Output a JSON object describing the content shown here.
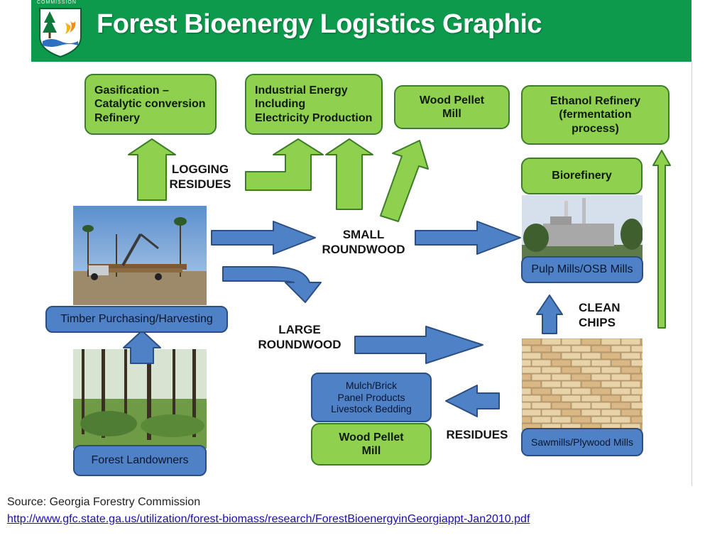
{
  "header": {
    "title": "Forest Bioenergy Logistics Graphic",
    "logo_caption": "COMMISSION"
  },
  "colors": {
    "header_green": "#0d9a4c",
    "box_green": "#8fd14f",
    "box_blue": "#4f81c6"
  },
  "boxes": {
    "gasification": "Gasification –\nCatalytic conversion\nRefinery",
    "industrial_energy": "Industrial Energy\nIncluding\nElectricity Production",
    "wood_pellet_top": "Wood Pellet\nMill",
    "ethanol": "Ethanol Refinery\n(fermentation\nprocess)",
    "biorefinery": "Biorefinery",
    "pulp_mills": "Pulp Mills/OSB Mills",
    "timber": "Timber Purchasing/Harvesting",
    "forest_landowners": "Forest Landowners",
    "mulch": "Mulch/Brick\nPanel Products\nLivestock Bedding",
    "wood_pellet_bottom": "Wood Pellet\nMill",
    "sawmills": "Sawmills/Plywood Mills"
  },
  "labels": {
    "logging_residues": "LOGGING\nRESIDUES",
    "small_roundwood": "SMALL\nROUNDWOOD",
    "large_roundwood": "LARGE\nROUNDWOOD",
    "clean_chips": "CLEAN\nCHIPS",
    "residues": "RESIDUES"
  },
  "photos": {
    "harvesting": "timber-harvesting-photo",
    "forest": "pine-forest-photo",
    "pulp_mill": "pulp-mill-photo",
    "lumber": "lumber-stack-photo"
  },
  "footer": {
    "source": "Source:  Georgia Forestry Commission",
    "url": "http://www.gfc.state.ga.us/utilization/forest-biomass/research/ForestBioenergyinGeorgiappt-Jan2010.pdf"
  }
}
